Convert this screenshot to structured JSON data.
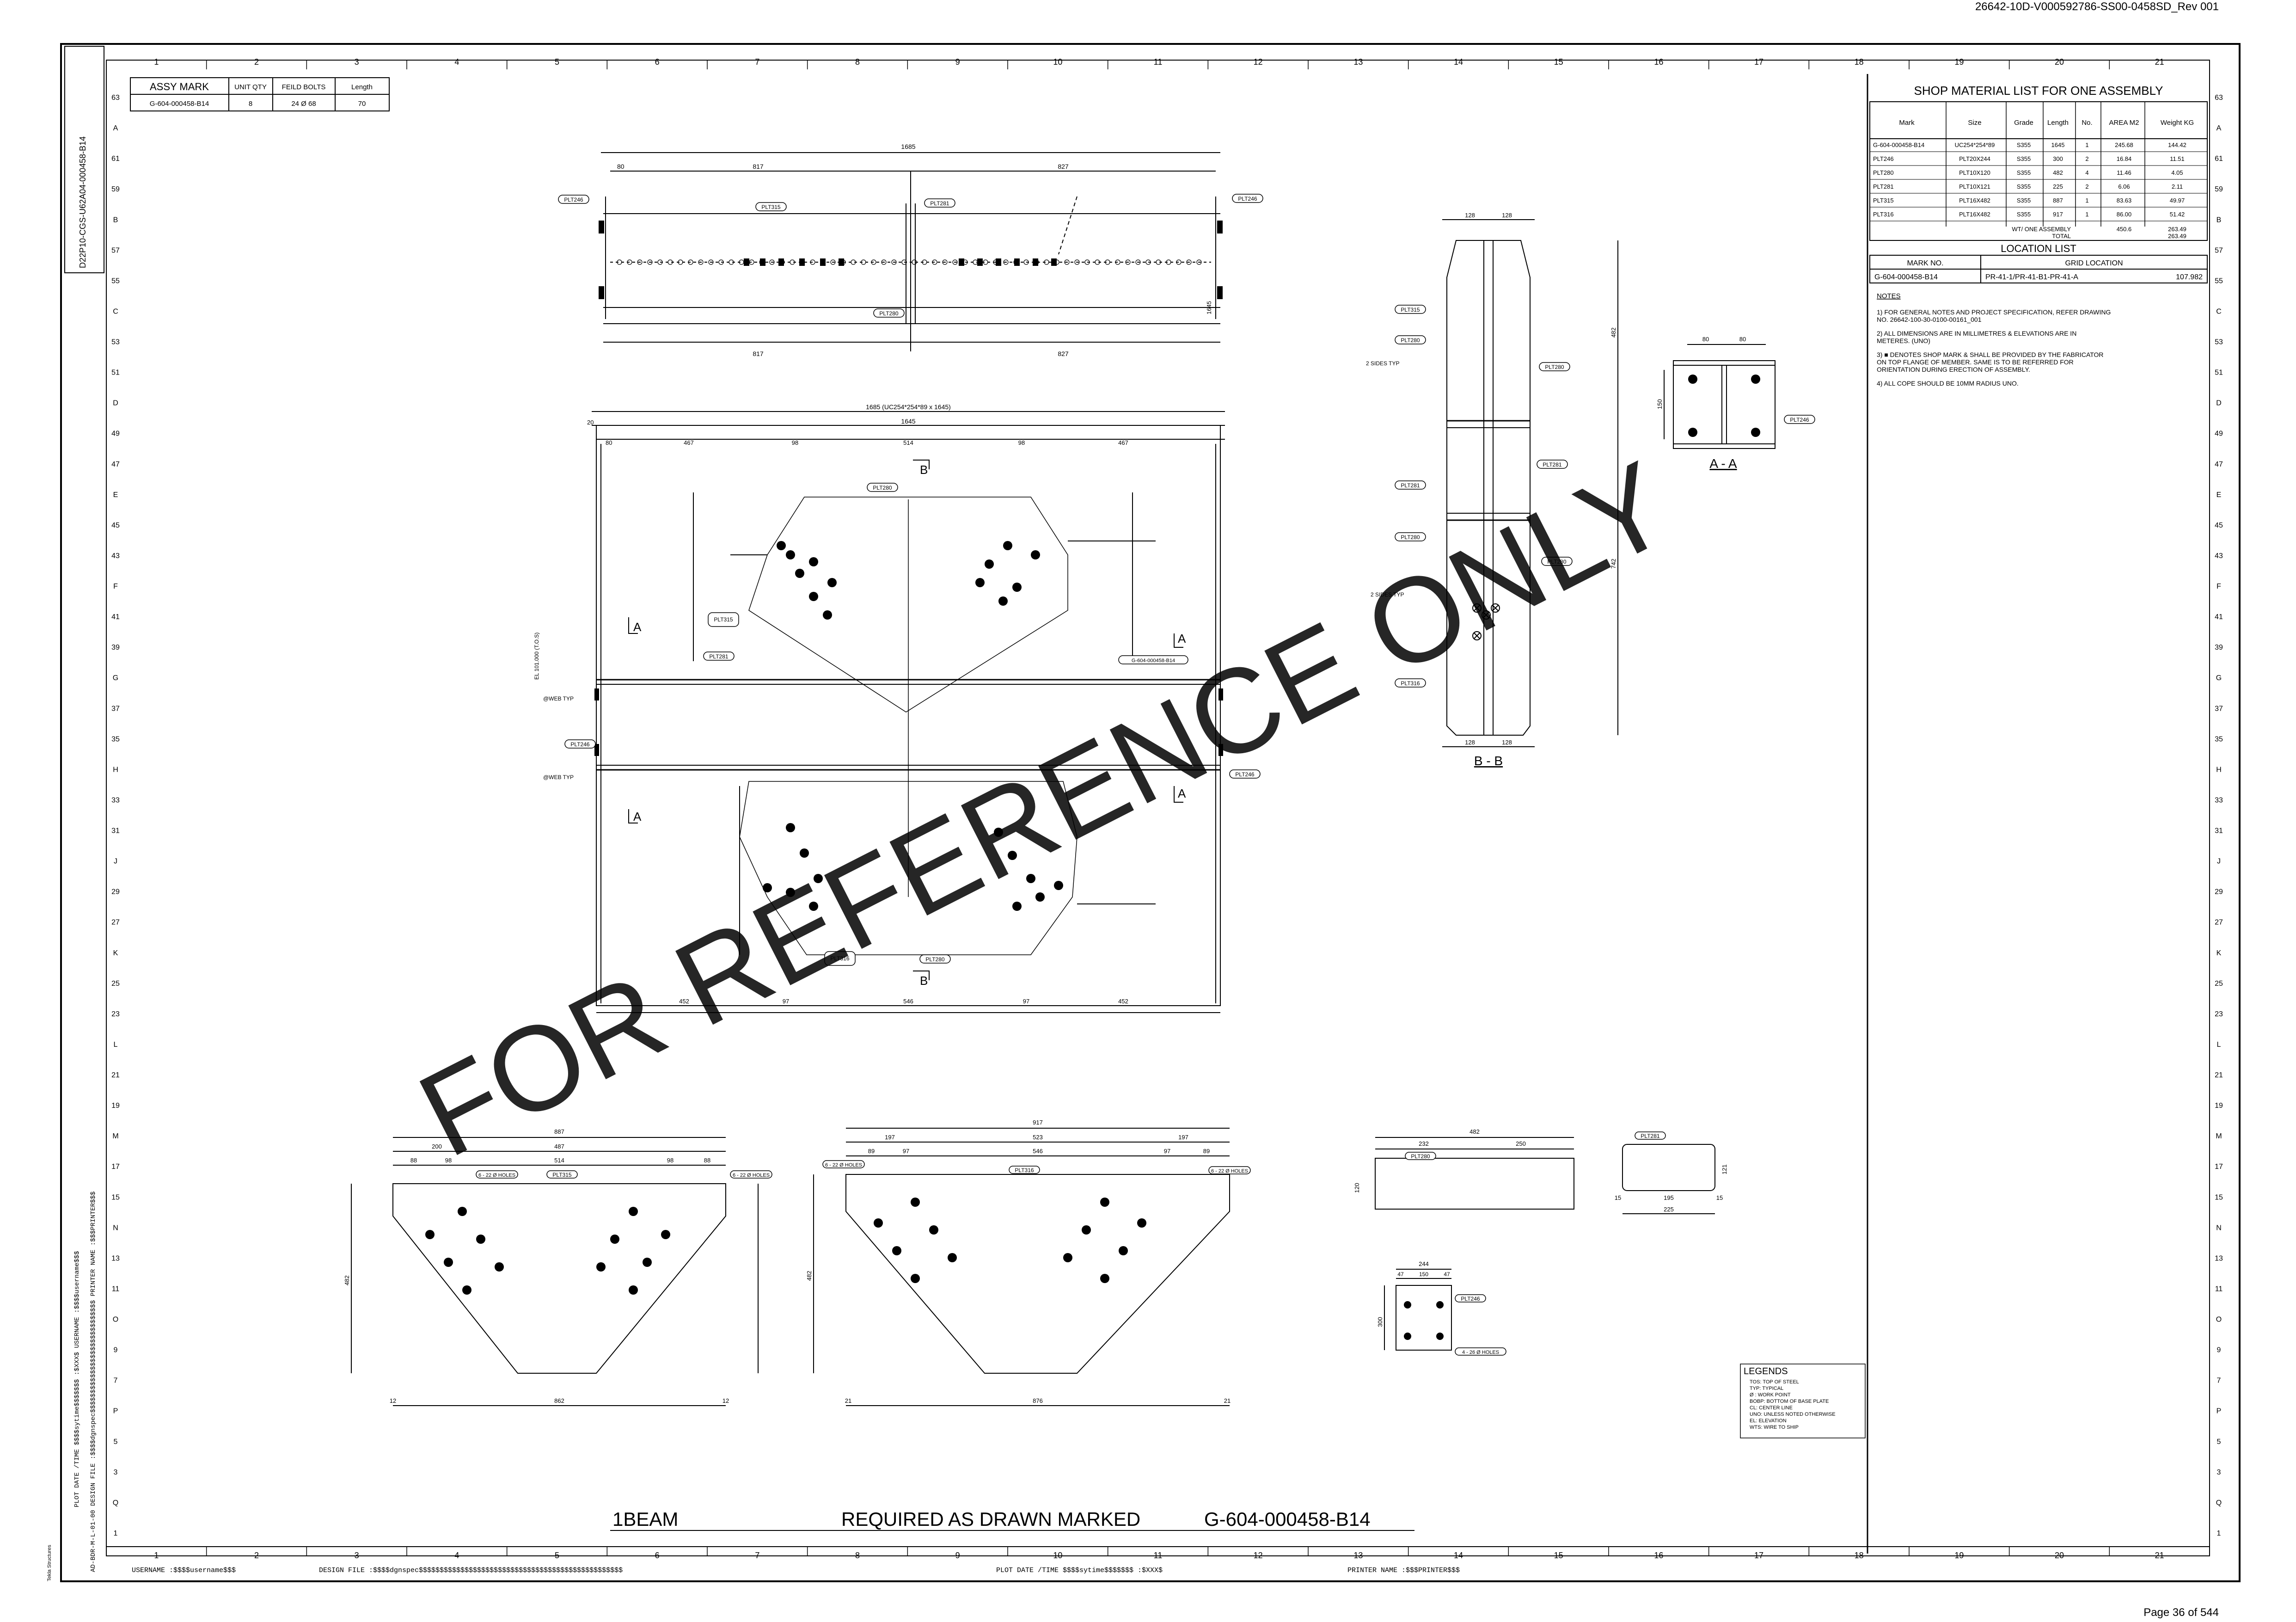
{
  "header": {
    "doc_id": "26642-10D-V000592786-SS00-0458SD_Rev 001"
  },
  "footer": {
    "page": "Page 36 of 544"
  },
  "left_strip": {
    "drawing_ref": "D22P10-CGS-U62A04-000458-B14",
    "plot_info": "PLOT DATE /TIME $$$$sytime$$$$$$$ :$XXX$   USERNAME :$$$$username$$$",
    "design_file": "AD-BDR-M-L-01-00   DESIGN FILE :$$$$dgnspec$$$$$$$$$$$$$$$$$$$$$$$$$$$$$   PRINTER NAME :$$$PRINTER$$$",
    "tekla": "Tekla Structures"
  },
  "grid": {
    "columns": [
      "1",
      "2",
      "3",
      "4",
      "5",
      "6",
      "7",
      "8",
      "9",
      "10",
      "11",
      "12",
      "13",
      "14",
      "15",
      "16",
      "17",
      "18",
      "19",
      "20",
      "21"
    ],
    "rows_left": [
      "63",
      "A",
      "61",
      "59",
      "B",
      "57",
      "55",
      "C",
      "53",
      "51",
      "D",
      "49",
      "47",
      "E",
      "45",
      "43",
      "F",
      "41",
      "39",
      "G",
      "37",
      "35",
      "H",
      "33",
      "31",
      "J",
      "29",
      "27",
      "K",
      "25",
      "23",
      "L",
      "21",
      "19",
      "M",
      "17",
      "15",
      "N",
      "13",
      "11",
      "O",
      "9",
      "7",
      "P",
      "5",
      "3",
      "Q",
      "1"
    ]
  },
  "assy_table": {
    "headers": [
      "ASSY MARK",
      "UNIT QTY",
      "FEILD BOLTS",
      "Length"
    ],
    "row": [
      "G-604-000458-B14",
      "8",
      "24 Ø 68",
      "70"
    ]
  },
  "material_list": {
    "title": "SHOP MATERIAL LIST FOR ONE ASSEMBLY",
    "headers": [
      "Mark",
      "Size",
      "Grade",
      "Length",
      "No.",
      "AREA M2",
      "Weight KG"
    ],
    "rows": [
      [
        "G-604-000458-B14",
        "UC254*254*89",
        "S355",
        "1645",
        "1",
        "245.68",
        "144.42"
      ],
      [
        "PLT246",
        "PLT20X244",
        "S355",
        "300",
        "2",
        "16.84",
        "11.51"
      ],
      [
        "PLT280",
        "PLT10X120",
        "S355",
        "482",
        "4",
        "11.46",
        "4.05"
      ],
      [
        "PLT281",
        "PLT10X121",
        "S355",
        "225",
        "2",
        "6.06",
        "2.11"
      ],
      [
        "PLT315",
        "PLT16X482",
        "S355",
        "887",
        "1",
        "83.63",
        "49.97"
      ],
      [
        "PLT316",
        "PLT16X482",
        "S355",
        "917",
        "1",
        "86.00",
        "51.42"
      ]
    ],
    "wt_label": "WT/ ONE ASSEMBLY",
    "wt_area": "450.6",
    "wt_value": "263.49",
    "total_label": "TOTAL",
    "total_value": "263.49"
  },
  "location_list": {
    "title": "LOCATION LIST",
    "headers": [
      "MARK NO.",
      "GRID LOCATION"
    ],
    "row": [
      "G-604-000458-B14",
      "PR-41-1/PR-41-B1-PR-41-A",
      "107.982"
    ]
  },
  "notes": {
    "title": "NOTES",
    "items": [
      "1) FOR GENERAL NOTES AND PROJECT SPECIFICATION, REFER DRAWING NO. 26642-100-30-0100-00161_001",
      "2) ALL DIMENSIONS ARE IN MILLIMETRES & ELEVATIONS ARE IN METERES. (UNO)",
      "3) ■ DENOTES SHOP MARK & SHALL BE PROVIDED BY THE FABRICATOR ON TOP FLANGE OF MEMBER. SAME IS TO BE REFERRED FOR ORIENTATION DURING ERECTION OF ASSEMBLY.",
      "4) ALL COPE SHOULD BE 10MM RADIUS UNO."
    ]
  },
  "legends": {
    "title": "LEGENDS",
    "items": [
      "TOS: TOP OF STEEL",
      "TYP: TYPICAL",
      "Ø : WORK POINT",
      "BOBP: BOTTOM OF BASE PLATE",
      "CL: CENTER LINE",
      "UNO: UNLESS NOTED OTHERWISE",
      "EL: ELEVATION",
      "WTS: WIRE TO SHIP"
    ]
  },
  "title_line": {
    "qty": "1BEAM",
    "text": "REQUIRED AS DRAWN MARKED",
    "mark": "G-604-000458-B14"
  },
  "bottom_strip": {
    "username": "USERNAME :$$$$username$$$",
    "design_file": "DESIGN FILE :$$$$dgnspec$$$$$$$$$$$$$$$$$$$$$$$$$$$$$$$$$$$$$$$$$$$$$$$$$",
    "plot_date": "PLOT DATE /TIME $$$$sytime$$$$$$$ :$XXX$",
    "printer": "PRINTER NAME :$$$PRINTER$$$"
  },
  "watermark": "FOR REFERENCE ONLY",
  "views": {
    "top_dims": [
      "1685",
      "817",
      "827",
      "80",
      "817",
      "827",
      "1645"
    ],
    "elev_dims": [
      "1685 (UC254*254*89 x 1645)",
      "1645",
      "20",
      "80",
      "467",
      "98",
      "514",
      "98",
      "467",
      "452",
      "546",
      "452",
      "97",
      "97"
    ],
    "section_aa": "A - A",
    "section_bb": "B - B",
    "section_marks": [
      "A",
      "A",
      "A",
      "A",
      "B",
      "B"
    ],
    "part_marks": [
      "PLT246",
      "PLT246",
      "PLT315",
      "PLT280",
      "PLT280",
      "PLT280",
      "PLT281",
      "PLT316",
      "PLT246",
      "PLT246",
      "PLT280",
      "PLT280",
      "PLT281",
      "PLT315",
      "PLT316",
      "PLT280",
      "PLT281",
      "PLT246"
    ],
    "aa_dims": [
      "80",
      "80",
      "150"
    ],
    "bb_dims": [
      "128",
      "128",
      "482",
      "742",
      "128",
      "128"
    ],
    "detail_labels": [
      "PLT315",
      "PLT316",
      "PLT280",
      "PLT281",
      "PLT246"
    ],
    "detail_dims_315": [
      "887",
      "200",
      "487",
      "88",
      "98",
      "514",
      "98",
      "88",
      "482",
      "862",
      "12",
      "12",
      "6 - 22 Ø HOLES",
      "6 - 22 Ø HOLES"
    ],
    "detail_dims_316": [
      "917",
      "197",
      "523",
      "197",
      "89",
      "97",
      "546",
      "97",
      "89",
      "482",
      "876",
      "21",
      "21",
      "6 - 22 Ø HOLES",
      "6 - 22 Ø HOLES"
    ],
    "detail_dims_280": [
      "482",
      "232",
      "250",
      "120"
    ],
    "detail_dims_281": [
      "225",
      "15",
      "195",
      "15",
      "121"
    ],
    "detail_dims_246": [
      "244",
      "47",
      "150",
      "47",
      "300",
      "4 - 26 Ø HOLES"
    ],
    "el_label": "EL 101.000 (T.O.S)",
    "fillet_note": "@WEB TYP",
    "fillet_note2": "2 SIDES TYP"
  }
}
